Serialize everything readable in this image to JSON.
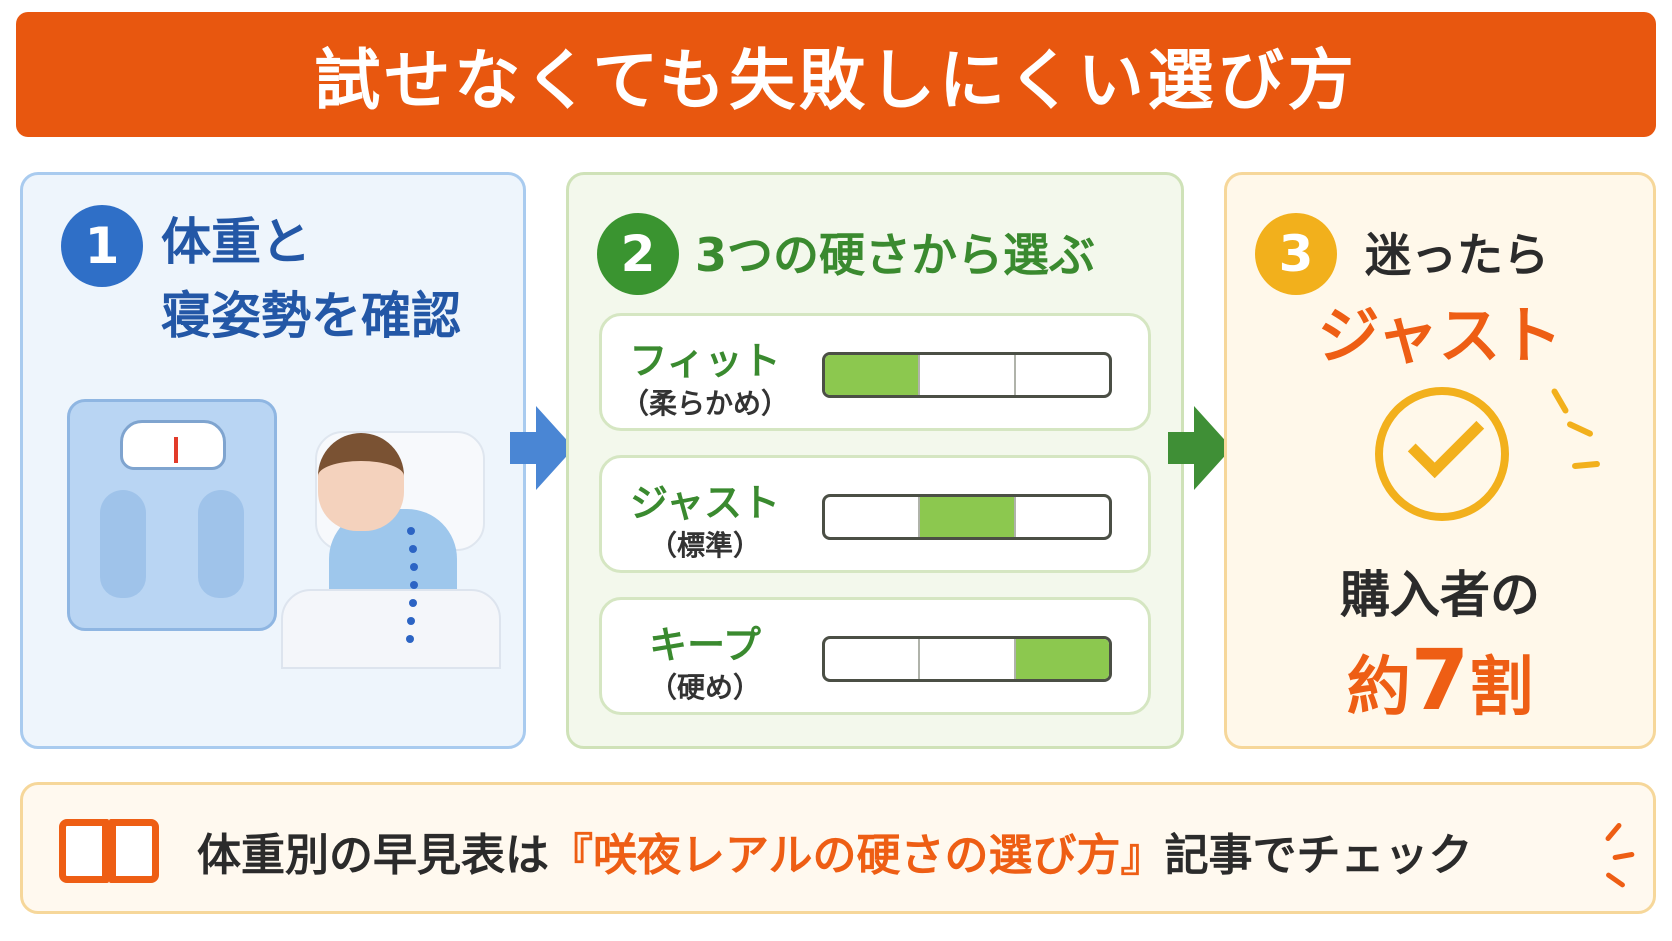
{
  "banner": {
    "title": "試せなくても失敗しにくい選び方"
  },
  "steps": [
    {
      "number": "1",
      "title_line1": "体重と",
      "title_line2": "寝姿勢を確認"
    },
    {
      "number": "2",
      "title": "3つの硬さから選ぶ"
    },
    {
      "number": "3",
      "line1": "迷ったら",
      "line2": "ジャスト",
      "buyer_text": "購入者の",
      "rate_prefix": "約",
      "rate_number": "7",
      "rate_suffix": "割"
    }
  ],
  "options": [
    {
      "name": "フィット",
      "sub": "（柔らかめ）",
      "active_segment": 1,
      "segments": 3
    },
    {
      "name": "ジャスト",
      "sub": "（標準）",
      "active_segment": 2,
      "segments": 3
    },
    {
      "name": "キープ",
      "sub": "（硬め）",
      "active_segment": 3,
      "segments": 3
    }
  ],
  "footer": {
    "prefix": "体重別の早見表は",
    "highlight": "『咲夜レアルの硬さの選び方』",
    "suffix": "記事でチェック"
  },
  "colors": {
    "banner": "#e8570f",
    "step1": "#2f6fc7",
    "step2": "#3a9430",
    "step3": "#f2b01c",
    "accent": "#ee5e14",
    "bar_fill": "#8cc84f"
  },
  "icons": [
    "scale-icon",
    "sleeping-person-icon",
    "arrow-right-icon",
    "check-circle-icon",
    "open-book-icon"
  ]
}
